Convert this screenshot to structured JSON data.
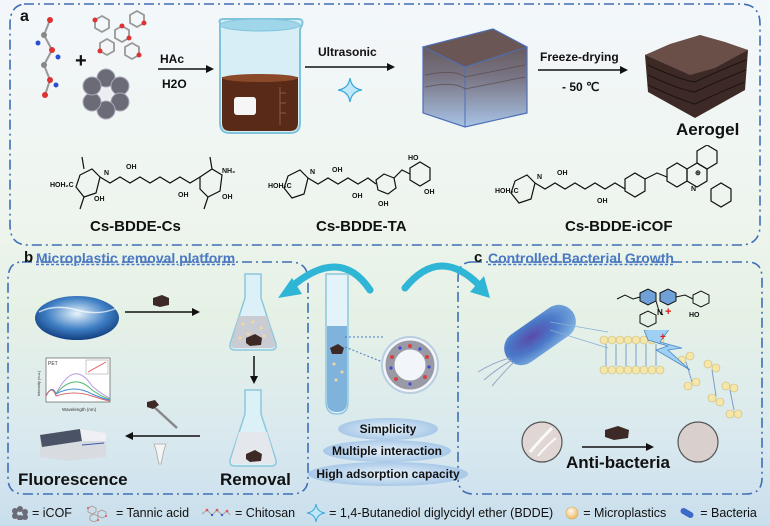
{
  "figure": {
    "panel_a": {
      "label": "a",
      "step1_reagents": [
        "HAc",
        "H2O"
      ],
      "step2_label": "Ultrasonic",
      "step3_label": "Freeze-drying",
      "step3_temp": "- 50 ℃",
      "product_label": "Aerogel",
      "structures": [
        {
          "name": "Cs-BDDE-Cs"
        },
        {
          "name": "Cs-BDDE-TA"
        },
        {
          "name": "Cs-BDDE-iCOF"
        }
      ]
    },
    "panel_b": {
      "label": "b",
      "title": "Microplastic removal platform",
      "fluorescence_label": "Fluorescence",
      "removal_label": "Removal",
      "spectrum": {
        "title": "PET",
        "xlabel": "Wavelength (nm)",
        "ylabel": "Intensity (a.u.)"
      }
    },
    "center": {
      "features": [
        "Simplicity",
        "Multiple interaction",
        "High adsorption capacity"
      ]
    },
    "panel_c": {
      "label": "c",
      "title": "Controlled Bacterial Growth",
      "antibacteria_label": "Anti-bacteria"
    },
    "legend": [
      {
        "icon": "icof-icon",
        "text": "= iCOF"
      },
      {
        "icon": "tannic-acid-icon",
        "text": "= Tannic acid"
      },
      {
        "icon": "chitosan-icon",
        "text": "= Chitosan"
      },
      {
        "icon": "bdde-star-icon",
        "text": "= 1,4-Butanediol diglycidyl ether (BDDE)"
      },
      {
        "icon": "microplastic-icon",
        "text": "= Microplastics"
      },
      {
        "icon": "bacteria-icon",
        "text": "= Bacteria"
      }
    ],
    "colors": {
      "frame": "#3f6fb5",
      "title_blue": "#4a78c2",
      "arrow_cyan": "#2fb5d6",
      "aerogel_brown": "#4a3530",
      "solution_brown": "#5a2a18"
    }
  }
}
